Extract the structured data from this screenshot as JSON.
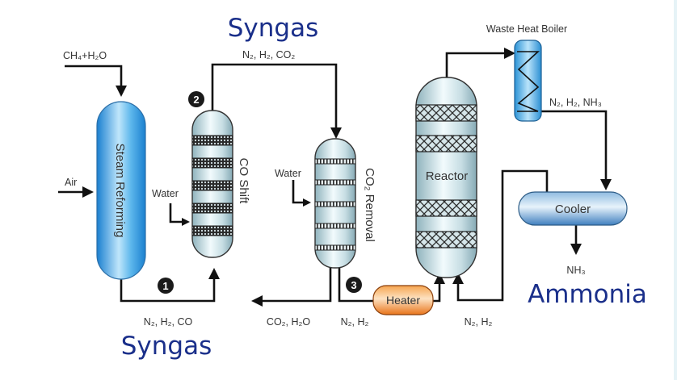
{
  "title": "Ammonia Synthesis Process (Haber-Bosch)",
  "annotations": {
    "syngas_top": "Syngas",
    "syngas_bottom": "Syngas",
    "ammonia": "Ammonia"
  },
  "equipment": {
    "steam_reforming": "Steam Reforming",
    "co_shift": "CO Shift",
    "co2_removal": "CO₂ Removal",
    "reactor": "Reactor",
    "waste_heat_boiler": "Waste Heat Boiler",
    "cooler": "Cooler",
    "heater": "Heater"
  },
  "streams": {
    "feed": "CH₄+H₂O",
    "air": "Air",
    "water_shift": "Water",
    "water_removal": "Water",
    "shift_outlet": "N₂, H₂, CO₂",
    "reformer_outlet": "N₂, H₂, CO",
    "co2_waste": "CO₂, H₂O",
    "purified": "N₂, H₂",
    "recycle": "N₂, H₂",
    "boiler_outlet": "N₂, H₂, NH₃",
    "product": "NH₃"
  },
  "steps": [
    "1",
    "2",
    "3"
  ],
  "colors": {
    "annotation": "#1a2f8a",
    "reformer": "#1e8fd8",
    "vessel": "#c8dce2",
    "heater": "#f08a2a",
    "cooler": "#5f96c8",
    "boiler": "#3aa3de"
  }
}
